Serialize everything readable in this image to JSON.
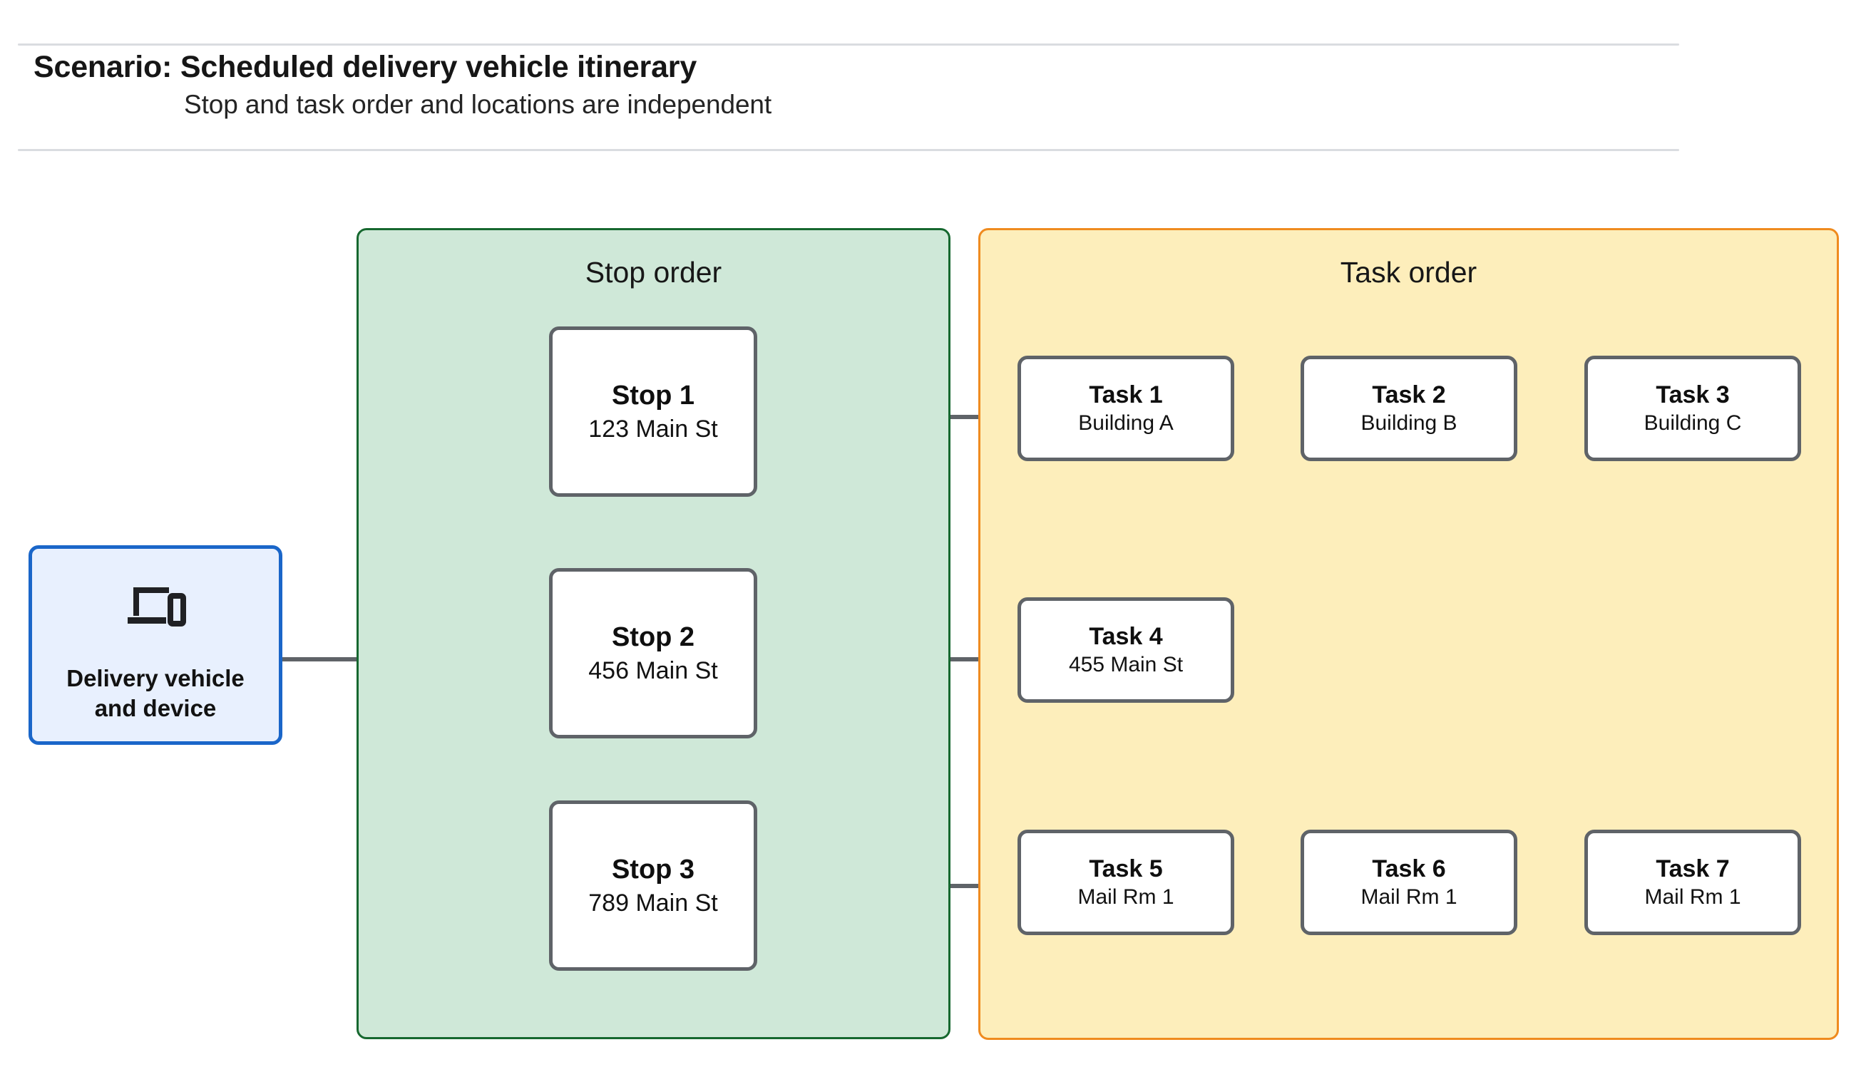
{
  "header": {
    "title": "Scenario: Scheduled delivery vehicle itinerary",
    "subtitle": "Stop and task order and locations are independent"
  },
  "device": {
    "icon": "laptop-and-phone-icon",
    "label_line1": "Delivery vehicle",
    "label_line2": "and device",
    "border_color": "#1a66c9",
    "fill_color": "#e8f0fe"
  },
  "groups": {
    "stop": {
      "title": "Stop order",
      "border_color": "#16682f",
      "fill_color": "#cfe8d8"
    },
    "task": {
      "title": "Task order",
      "border_color": "#ef8b1f",
      "fill_color": "#fdeebb"
    }
  },
  "stops": [
    {
      "title": "Stop 1",
      "location": "123 Main St"
    },
    {
      "title": "Stop 2",
      "location": "456 Main St"
    },
    {
      "title": "Stop 3",
      "location": "789 Main St"
    }
  ],
  "tasks": [
    {
      "title": "Task 1",
      "location": "Building A"
    },
    {
      "title": "Task 2",
      "location": "Building B"
    },
    {
      "title": "Task 3",
      "location": "Building C"
    },
    {
      "title": "Task 4",
      "location": "455 Main St"
    },
    {
      "title": "Task 5",
      "location": "Mail Rm 1"
    },
    {
      "title": "Task 6",
      "location": "Mail Rm 1"
    },
    {
      "title": "Task 7",
      "location": "Mail Rm 1"
    }
  ],
  "connector_color": "#5f6368"
}
